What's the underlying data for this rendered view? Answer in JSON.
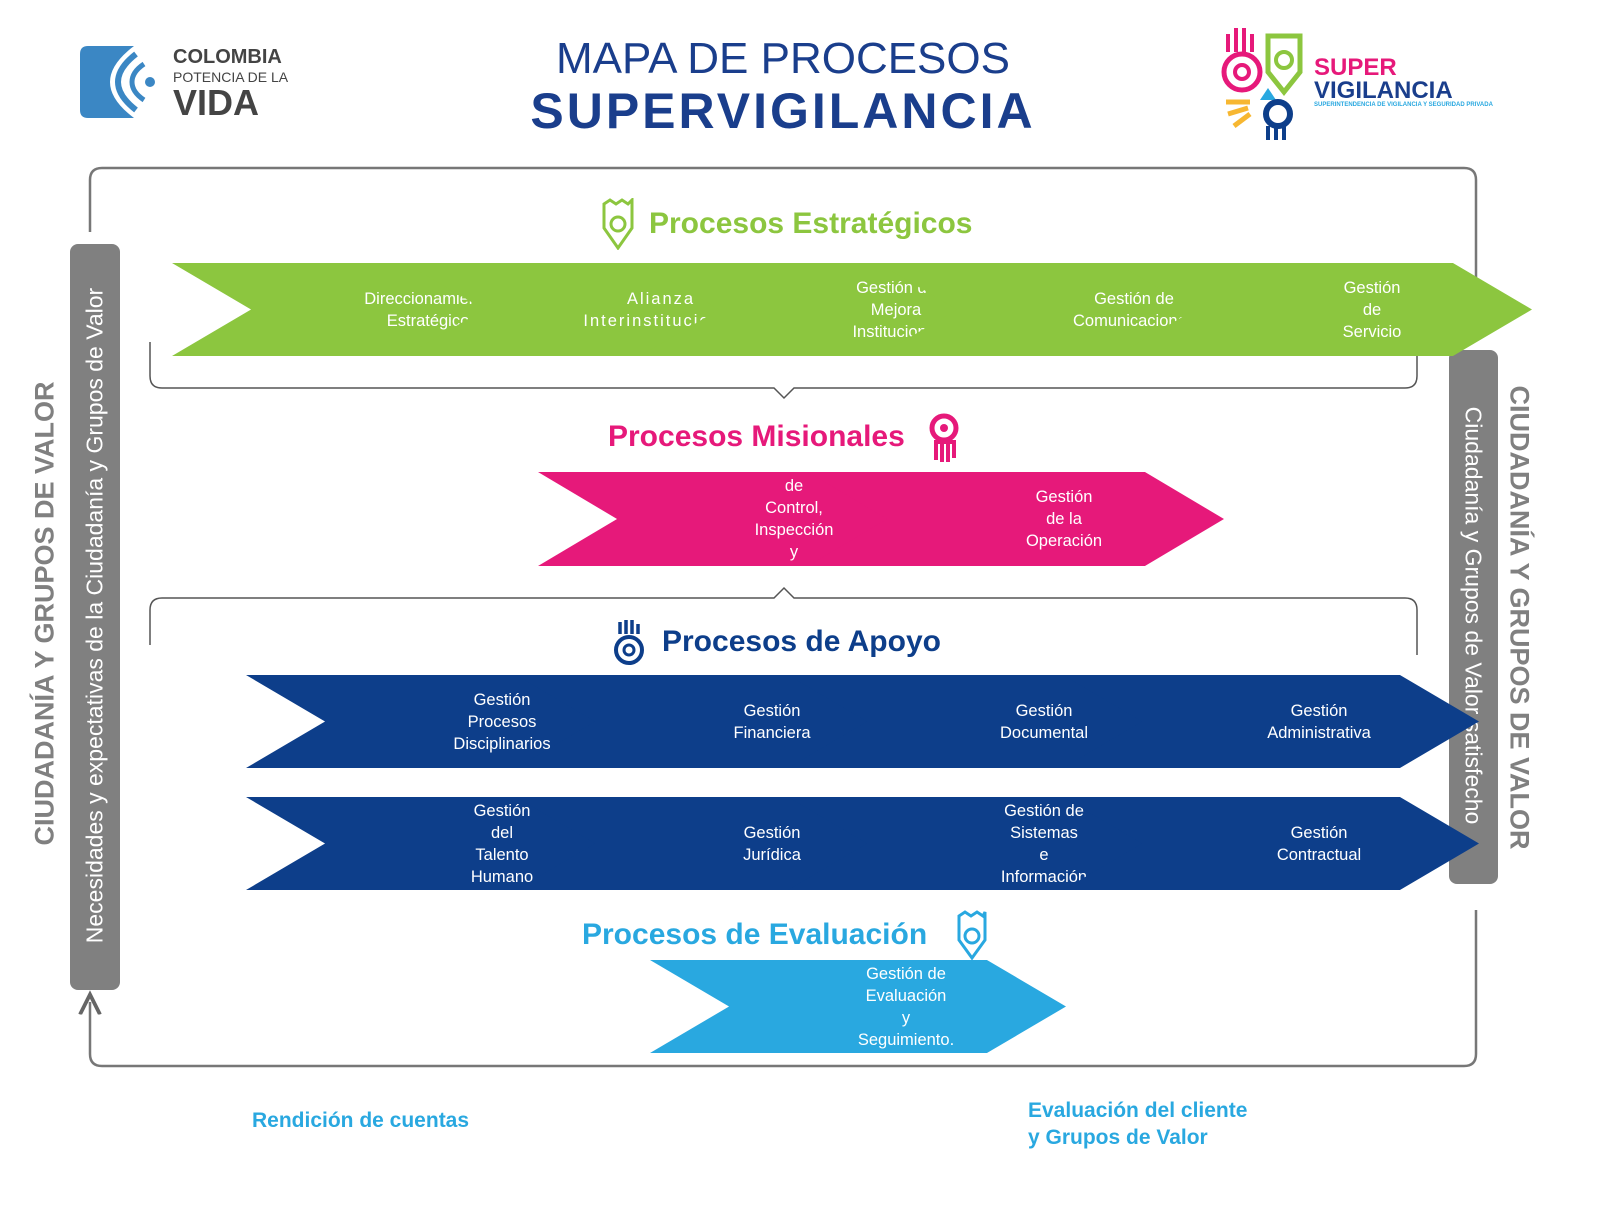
{
  "header": {
    "title_line1": "MAPA DE PROCESOS",
    "title_line2": "SUPERVIGILANCIA"
  },
  "logos": {
    "left": {
      "line1": "COLOMBIA",
      "line2": "POTENCIA DE LA",
      "line3": "VIDA"
    },
    "right": {
      "line1": "SUPER",
      "line2": "VIGILANCIA",
      "line3": "SUPERINTENDENCIA DE VIGILANCIA Y SEGURIDAD PRIVADA"
    }
  },
  "sides": {
    "left_outer": "CIUDADANÍA Y GRUPOS DE VALOR",
    "left_bar": "Necesidades y expectativas de la Ciudadanía y Grupos de Valor",
    "right_bar": "Ciudadanía y Grupos de Valor satisfecho",
    "right_outer": "CIUDADANÍA Y GRUPOS DE VALOR"
  },
  "strategic": {
    "title": "Procesos Estratégicos",
    "items": [
      "Direccionamiento\nEstratégico",
      "Alianza\nInterinstitucional",
      "Gestión de Mejora\nInstitucional",
      "Gestión de\nComunicaciones",
      "Gestión de\nServicio"
    ]
  },
  "missional": {
    "title": "Procesos Misionales",
    "items": [
      "Gestión de\nControl, Inspección\ny Vigilancia",
      "Gestión de la\nOperación"
    ]
  },
  "support": {
    "title": "Procesos de Apoyo",
    "items": [
      "Gestión Procesos\nDisciplinarios",
      "Gestión\nFinanciera",
      "Gestión\nDocumental",
      "Gestión\nAdministrativa",
      "Gestión del\nTalento Humano",
      "Gestión\nJurídica",
      "Gestión de Sistemas\ne Información",
      "Gestión\nContractual"
    ]
  },
  "evaluation": {
    "title": "Procesos de Evaluación",
    "items": [
      "Gestión de Evaluación\ny Seguimiento."
    ]
  },
  "footer": {
    "left": "Rendición de cuentas",
    "right_line1": "Evaluación del cliente",
    "right_line2": "y Grupos de Valor"
  },
  "colors": {
    "strategic": "#8cc63f",
    "missional": "#e6197a",
    "support": "#0d3e8a",
    "evaluation": "#29a8e0",
    "side": "#808080"
  }
}
